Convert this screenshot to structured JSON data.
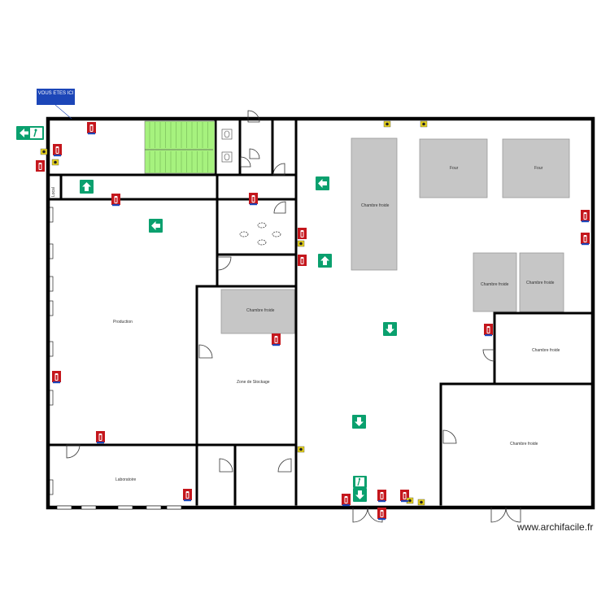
{
  "header": {
    "you_are_here": "VOUS ETES ICI"
  },
  "rooms": {
    "production": "Production",
    "laboratoire": "Laboratoire",
    "zone_stockage": "Zone de Stockage",
    "chambre_froide_long": "Chambre froide",
    "chambre_froide_center": "Chambre froide",
    "four_1": "Four",
    "four_2": "Four",
    "chambre_froide_r1": "Chambre froide",
    "chambre_froide_r2": "Chambre froide",
    "chambre_froide_r3": "Chambre froide",
    "chambre_froide_r4": "Chambre froide",
    "local_small": "Local"
  },
  "icons": {
    "exit_sign": "emergency-exit-icon",
    "arrow": "evacuation-arrow-icon",
    "extinguisher": "fire-extinguisher-icon",
    "alarm": "fire-alarm-icon",
    "door": "door-swing-icon",
    "stairs": "staircase-icon"
  },
  "colors": {
    "exit_green": "#0aa06e",
    "extinguisher_red": "#c4161c",
    "alarm_yellow": "#e6d21c",
    "stairs_green": "#a6f27e",
    "fixture_gray": "#c6c6c6",
    "badge_blue": "#1c46b8"
  },
  "footer": {
    "watermark": "www.archifacile.fr"
  }
}
